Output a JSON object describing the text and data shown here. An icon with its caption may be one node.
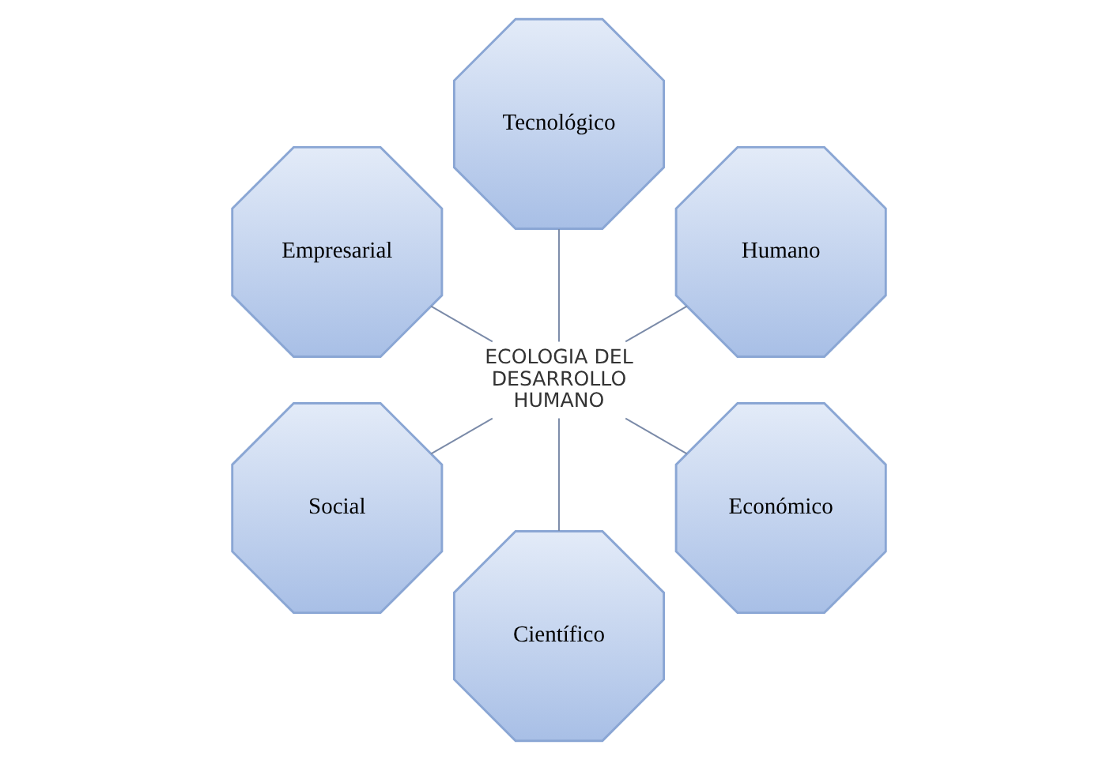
{
  "diagram": {
    "nodes": [
      {
        "text": [
          "ECOLOGIA DEL DESARROLLO HUMANO"
        ]
      },
      {
        "text": [
          "Humano"
        ]
      },
      {
        "text": [
          "Tecnológico"
        ]
      },
      {
        "text": [
          "Empresarial"
        ]
      },
      {
        "text": [
          "Social"
        ]
      },
      {
        "text": [
          "Científico"
        ]
      },
      {
        "text": [
          "Económico"
        ]
      }
    ],
    "edges": [
      {
        "from": 0,
        "to": 1,
        "arrow": "none"
      },
      {
        "from": 0,
        "to": 2,
        "arrow": "none"
      },
      {
        "from": 0,
        "to": 3,
        "arrow": "none"
      },
      {
        "from": 0,
        "to": 4,
        "arrow": "none"
      },
      {
        "from": 0,
        "to": 5,
        "arrow": "none"
      },
      {
        "from": 0,
        "to": 6,
        "arrow": "none"
      }
    ]
  }
}
